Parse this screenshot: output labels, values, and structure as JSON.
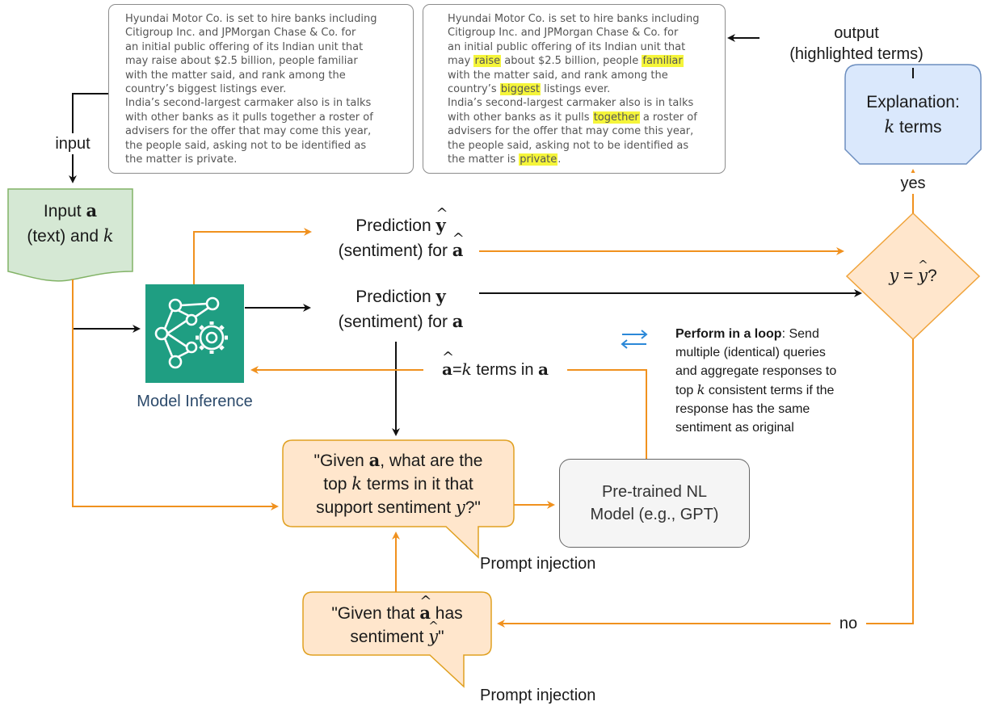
{
  "docs": {
    "original": {
      "lines": [
        "Hyundai Motor Co. is set to hire banks including",
        "Citigroup Inc. and JPMorgan Chase & Co. for",
        "an initial public offering of its Indian unit that",
        "may raise about $2.5 billion, people familiar",
        "with the matter said, and rank among the",
        "country’s biggest listings ever.",
        "India’s second-largest carmaker also is in talks",
        "with other banks as it pulls together a roster of",
        "advisers for the offer that may come this year,",
        "the people said, asking not to be identified as",
        "the matter is private."
      ]
    },
    "highlighted": {
      "l1": "Hyundai Motor Co. is set to hire banks including",
      "l2": "Citigroup Inc. and JPMorgan Chase & Co. for",
      "l3": "an initial public offering of its Indian unit that",
      "l4a": "may ",
      "l4h1": "raise",
      "l4b": " about $2.5 billion, people ",
      "l4h2": "familiar",
      "l5": "with the matter said, and rank among the",
      "l6a": "country’s ",
      "l6h": "biggest",
      "l6b": " listings ever.",
      "l7": "India’s second-largest carmaker also is in talks",
      "l8a": "with other banks as it pulls ",
      "l8h": "together",
      "l8b": " a roster of",
      "l9": "advisers for the offer that may come this year,",
      "l10": "the people said, asking not to be identified as",
      "l11a": "the matter is ",
      "l11h": "private",
      "l11b": "."
    },
    "highlight_color": "#f5f53a"
  },
  "labels": {
    "input": "input",
    "output_line1": "output",
    "output_line2": "(highlighted terms)",
    "yes": "yes",
    "no": "no",
    "model_inference": "Model Inference",
    "prompt_injection_1": "Prompt injection",
    "prompt_injection_2": "Prompt injection"
  },
  "input_box": {
    "line1_text": "Input ",
    "line1_sym": "a",
    "line2_text": "(text) and ",
    "line2_sym": "k",
    "fill": "#d5e8d4",
    "stroke": "#82b366"
  },
  "prediction_hat": {
    "line1_text": "Prediction ",
    "line1_sym": "y",
    "line2_text": "(sentiment) for ",
    "line2_sym": "a"
  },
  "prediction": {
    "line1_text": "Prediction ",
    "line1_sym": "y",
    "line2_text": "(sentiment) for ",
    "line2_sym": "a"
  },
  "feedback_label": {
    "hat_sym": "a",
    "eq": "=",
    "k": "k",
    "text": " terms in ",
    "sym": "a"
  },
  "explanation": {
    "line1": "Explanation:",
    "k": "k",
    "line2": " terms",
    "fill": "#dae8fc",
    "stroke": "#6c8ebf"
  },
  "decision": {
    "y": "y",
    "eq": " = ",
    "yhat": "y",
    "q": "?",
    "fill": "#ffe6cc",
    "stroke": "#f0a33a"
  },
  "loop_note": {
    "bold": "Perform in a loop",
    "rest1": ": Send",
    "l2": "multiple (identical) queries",
    "l3": "and aggregate responses to",
    "l4a": "top ",
    "l4k": "k",
    "l4b": " consistent terms if the",
    "l5": "response has the same",
    "l6": "sentiment as original"
  },
  "prompt_main": {
    "l1a": "\"Given ",
    "l1s": "a",
    "l1b": ", what are the",
    "l2a": "top ",
    "l2k": "k",
    "l2b": " terms in it that",
    "l3a": "support sentiment ",
    "l3y": "y",
    "l3b": "?\"",
    "fill": "#ffe6cc",
    "stroke": "#e0a020"
  },
  "prompt_second": {
    "l1a": "\"Given that ",
    "l1s": "a",
    "l1b": " has",
    "l2a": "sentiment ",
    "l2y": "y",
    "l2b": "\""
  },
  "gpt": {
    "line1": "Pre-trained NL",
    "line2": "Model (e.g., GPT)"
  },
  "colors": {
    "orange_arrow": "#f0911e",
    "black_arrow": "#111111",
    "loop_icon": "#2b88d8",
    "model_tile": "#1f9e82"
  }
}
